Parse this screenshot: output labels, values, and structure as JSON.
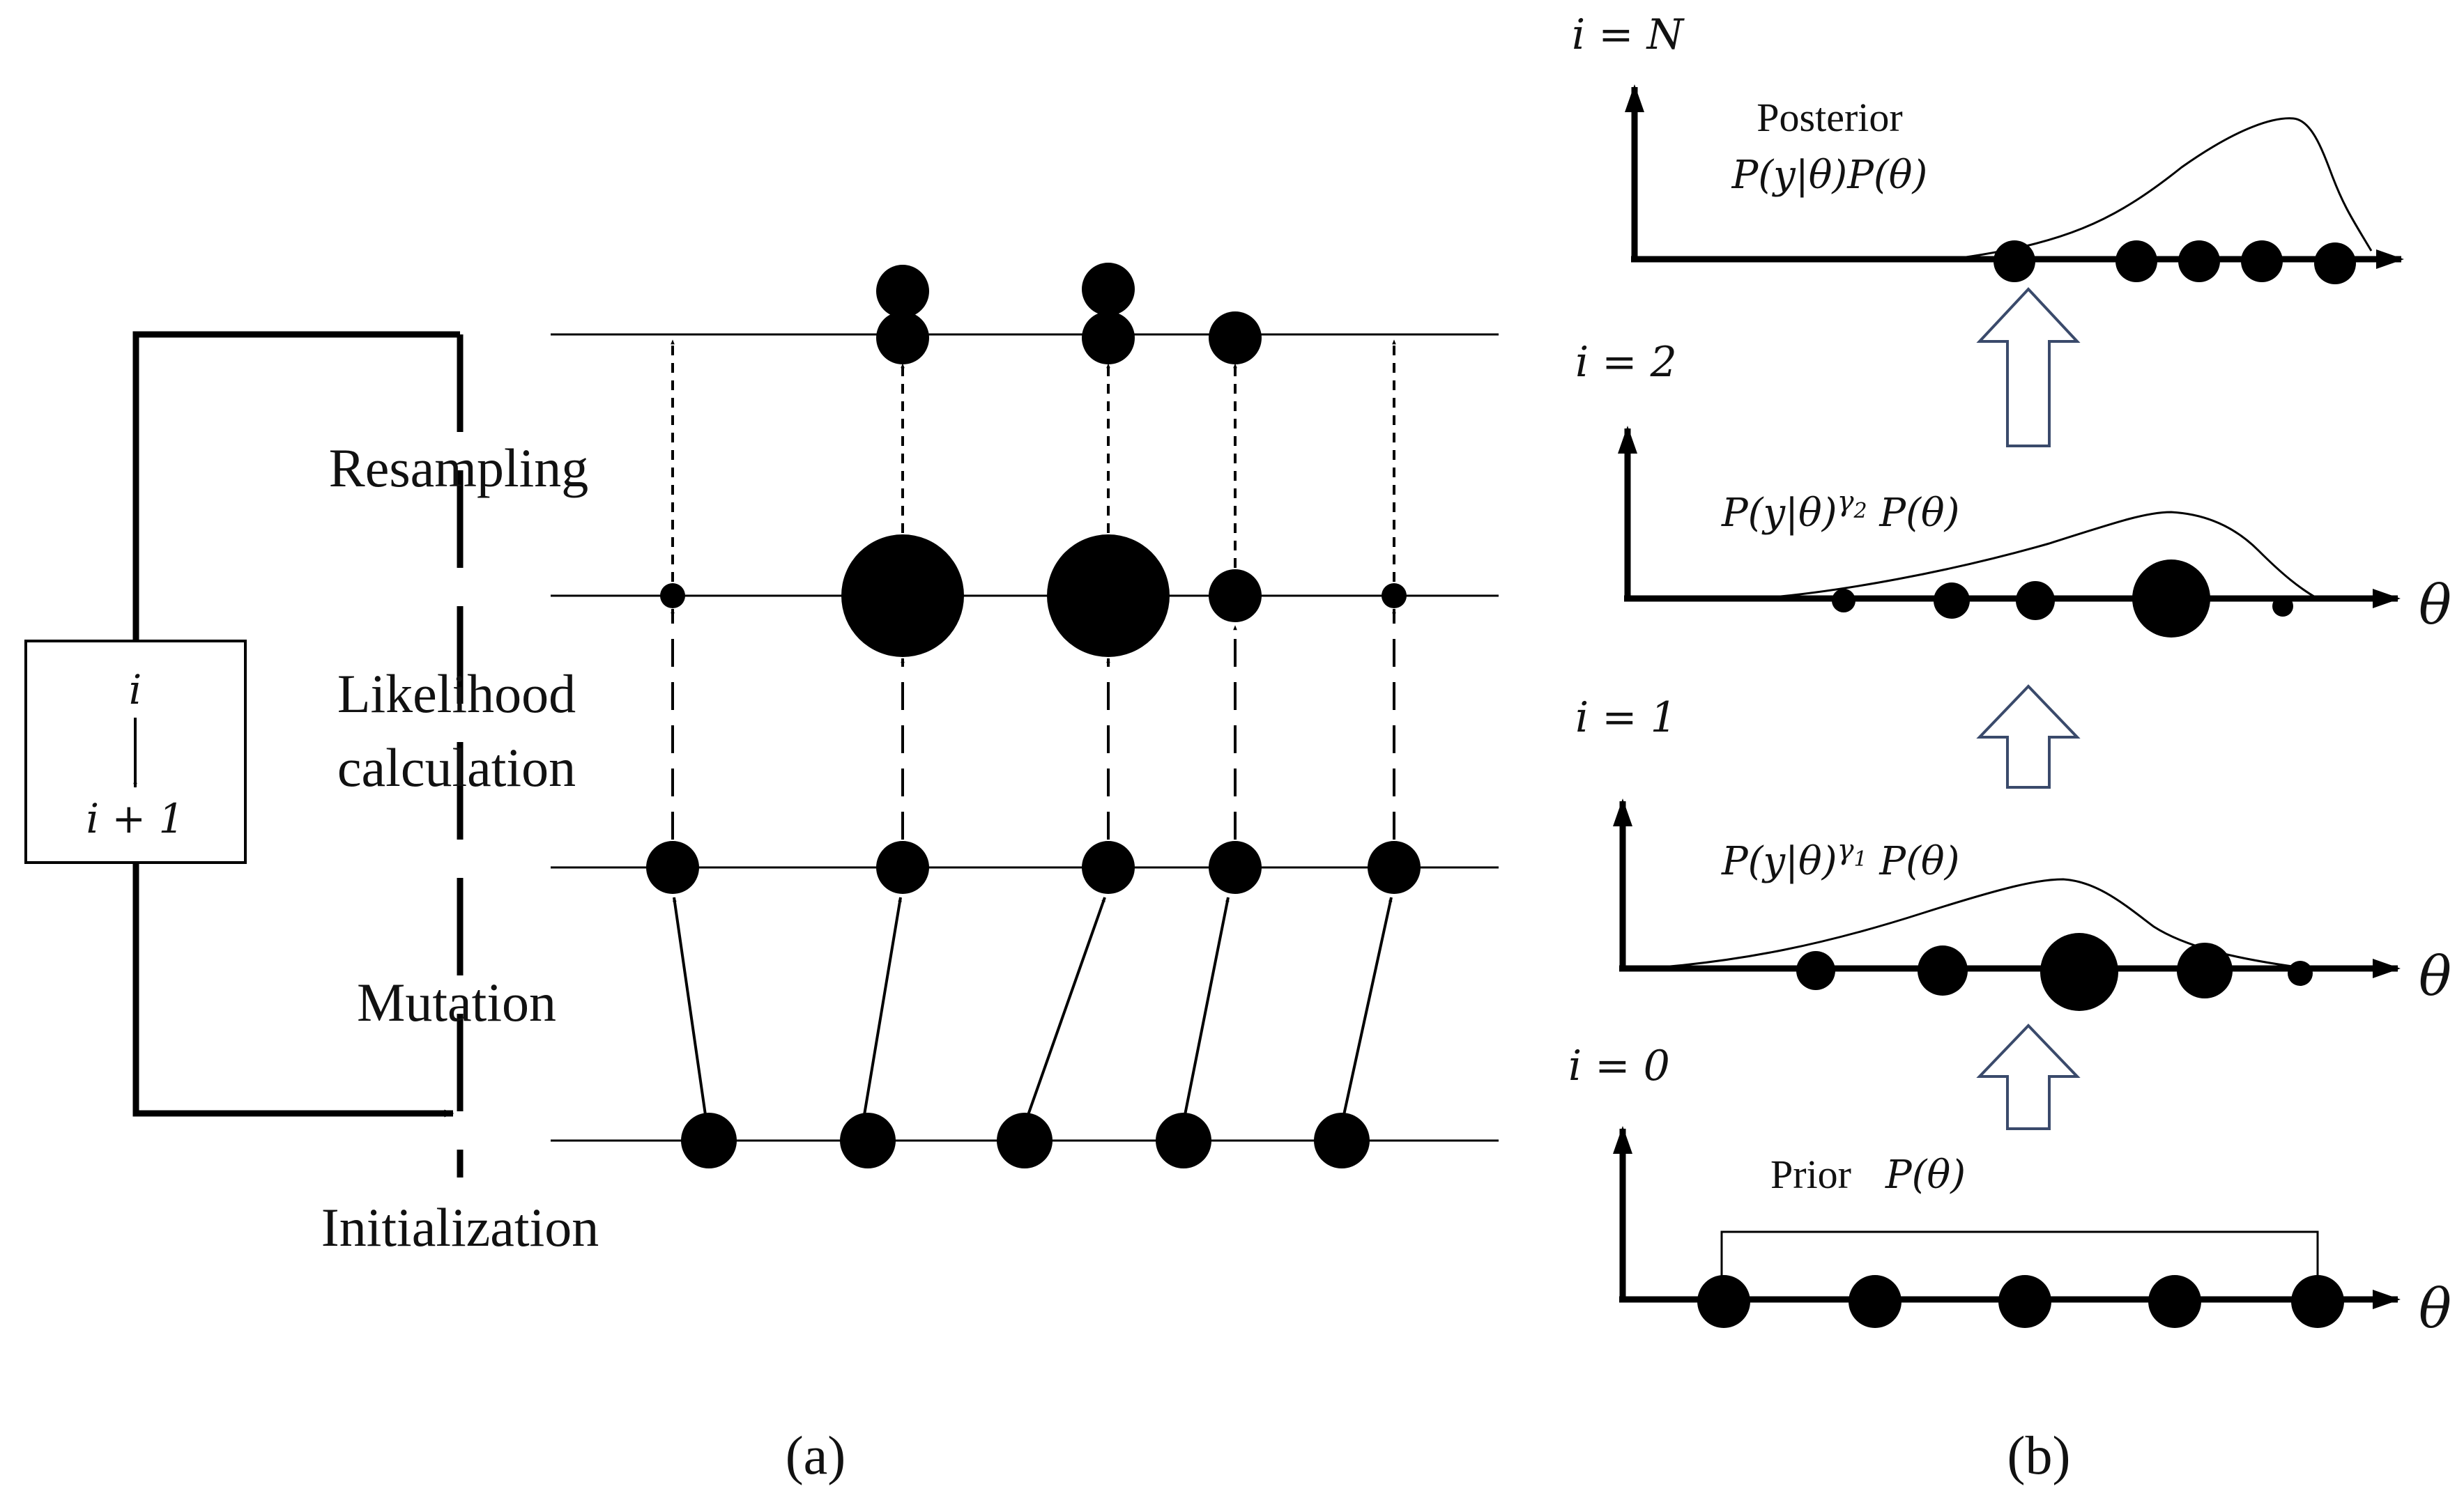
{
  "panel_a": {
    "caption": "(a)",
    "stages": {
      "resampling": "Resampling",
      "likelihood_1": "Likelihood",
      "likelihood_2": "calculation",
      "mutation": "Mutation",
      "initialization": "Initialization"
    },
    "loop_box": {
      "top": "i",
      "bottom": "i + 1"
    }
  },
  "panel_b": {
    "caption": "(b)",
    "axis_symbol": "θ",
    "stage_N": {
      "label": "i = N",
      "title": "Posterior",
      "formula": "P(y|θ)P(θ)"
    },
    "stage_2": {
      "label": "i = 2",
      "formula_pre": "P(y|θ)",
      "exp": "γ",
      "sub": "2",
      "formula_post": " P(θ)"
    },
    "stage_1": {
      "label": "i = 1",
      "formula_pre": "P(y|θ)",
      "exp": "γ",
      "sub": "1",
      "formula_post": " P(θ)"
    },
    "stage_0": {
      "label": "i = 0",
      "title": "Prior",
      "formula": "P(θ)"
    }
  },
  "colors": {
    "ink": "#000000",
    "arrow_outline": "#3a4a6b"
  }
}
